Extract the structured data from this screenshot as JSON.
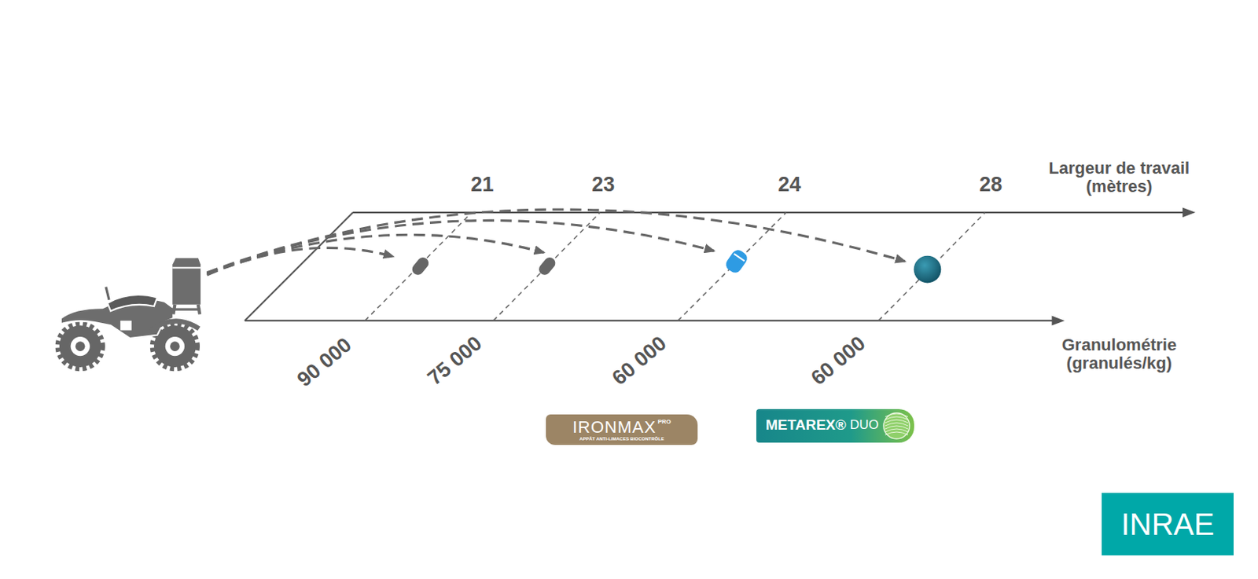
{
  "diagram": {
    "nodes": [
      {
        "text": [
          "IRONMAX",
          "PRO",
          "APPÂT ANTI-LIMACES BIOCONTRÔLE"
        ]
      },
      {
        "text": [
          "METAREX®",
          "DUO"
        ]
      },
      {
        "text": [
          "INRAE"
        ]
      }
    ],
    "labels": [
      "21",
      "23",
      "24",
      "28",
      "Largeur de travail (mètres)",
      "90 000",
      "75 000",
      "60 000",
      "60 000",
      "Granulométrie (granulés/kg)"
    ]
  }
}
